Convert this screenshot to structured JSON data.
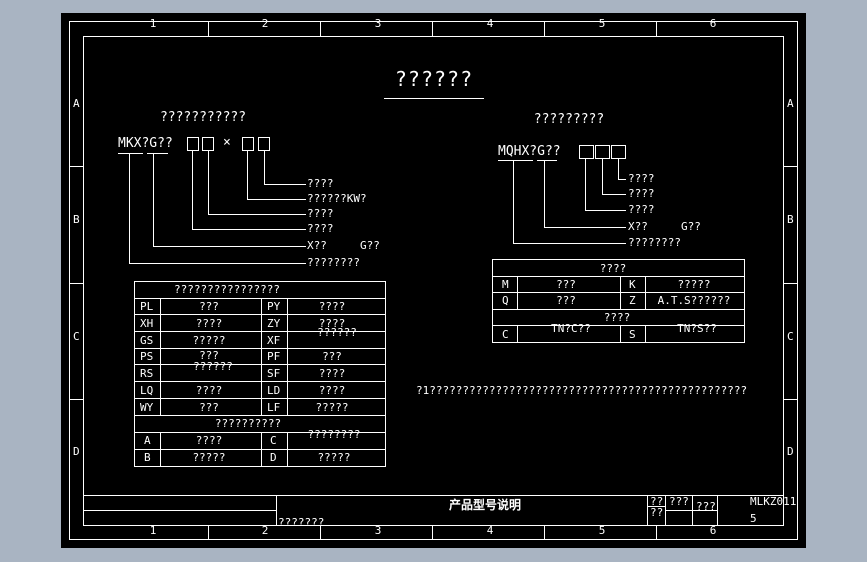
{
  "frame": {
    "columns": [
      "1",
      "2",
      "3",
      "4",
      "5",
      "6"
    ],
    "rows": [
      "A",
      "B",
      "C",
      "D"
    ]
  },
  "drawing": {
    "title": "??????",
    "left_caption": "???????????",
    "left_model": "MKX?G??",
    "times_sign": "×",
    "left_callouts": [
      "????",
      "??????KW?",
      "????",
      "????",
      "X??     G??",
      "????????"
    ],
    "right_caption": "?????????",
    "right_model": "MQHX?G??",
    "right_callouts": [
      "????",
      "????",
      "????",
      "X??     G??",
      "????????"
    ],
    "note": "?1????????????????????????????????????????????????"
  },
  "left_table": {
    "header": "????????????????",
    "rows": [
      [
        "PL",
        "???",
        "PY",
        "????"
      ],
      [
        "XH",
        "????",
        "ZY",
        "????"
      ],
      [
        "GS",
        "?????",
        "XF",
        "??????"
      ],
      [
        "PS",
        "???",
        "PF",
        "???"
      ],
      [
        "RS",
        "??????",
        "SF",
        "????"
      ],
      [
        "LQ",
        "????",
        "LD",
        "????"
      ],
      [
        "WY",
        "???",
        "LF",
        "?????"
      ]
    ],
    "header2": "??????????",
    "rows2": [
      [
        "A",
        "????",
        "C",
        "????????"
      ],
      [
        "B",
        "?????",
        "D",
        "?????"
      ]
    ]
  },
  "right_table": {
    "header": "????",
    "rows": [
      [
        "M",
        "???",
        "K",
        "?????"
      ],
      [
        "Q",
        "???",
        "Z",
        "A.T.S??????"
      ]
    ],
    "header2": "????",
    "rows2": [
      [
        "C",
        "TN?C??",
        "S",
        "TN?S??"
      ]
    ]
  },
  "title_block": {
    "name": "产品型号说明",
    "code": "MLKZ011",
    "sheet": "5",
    "cell_a": "??",
    "cell_b": "??",
    "cell_c": "???",
    "cell_d": "???",
    "bottom_note": "???????"
  }
}
